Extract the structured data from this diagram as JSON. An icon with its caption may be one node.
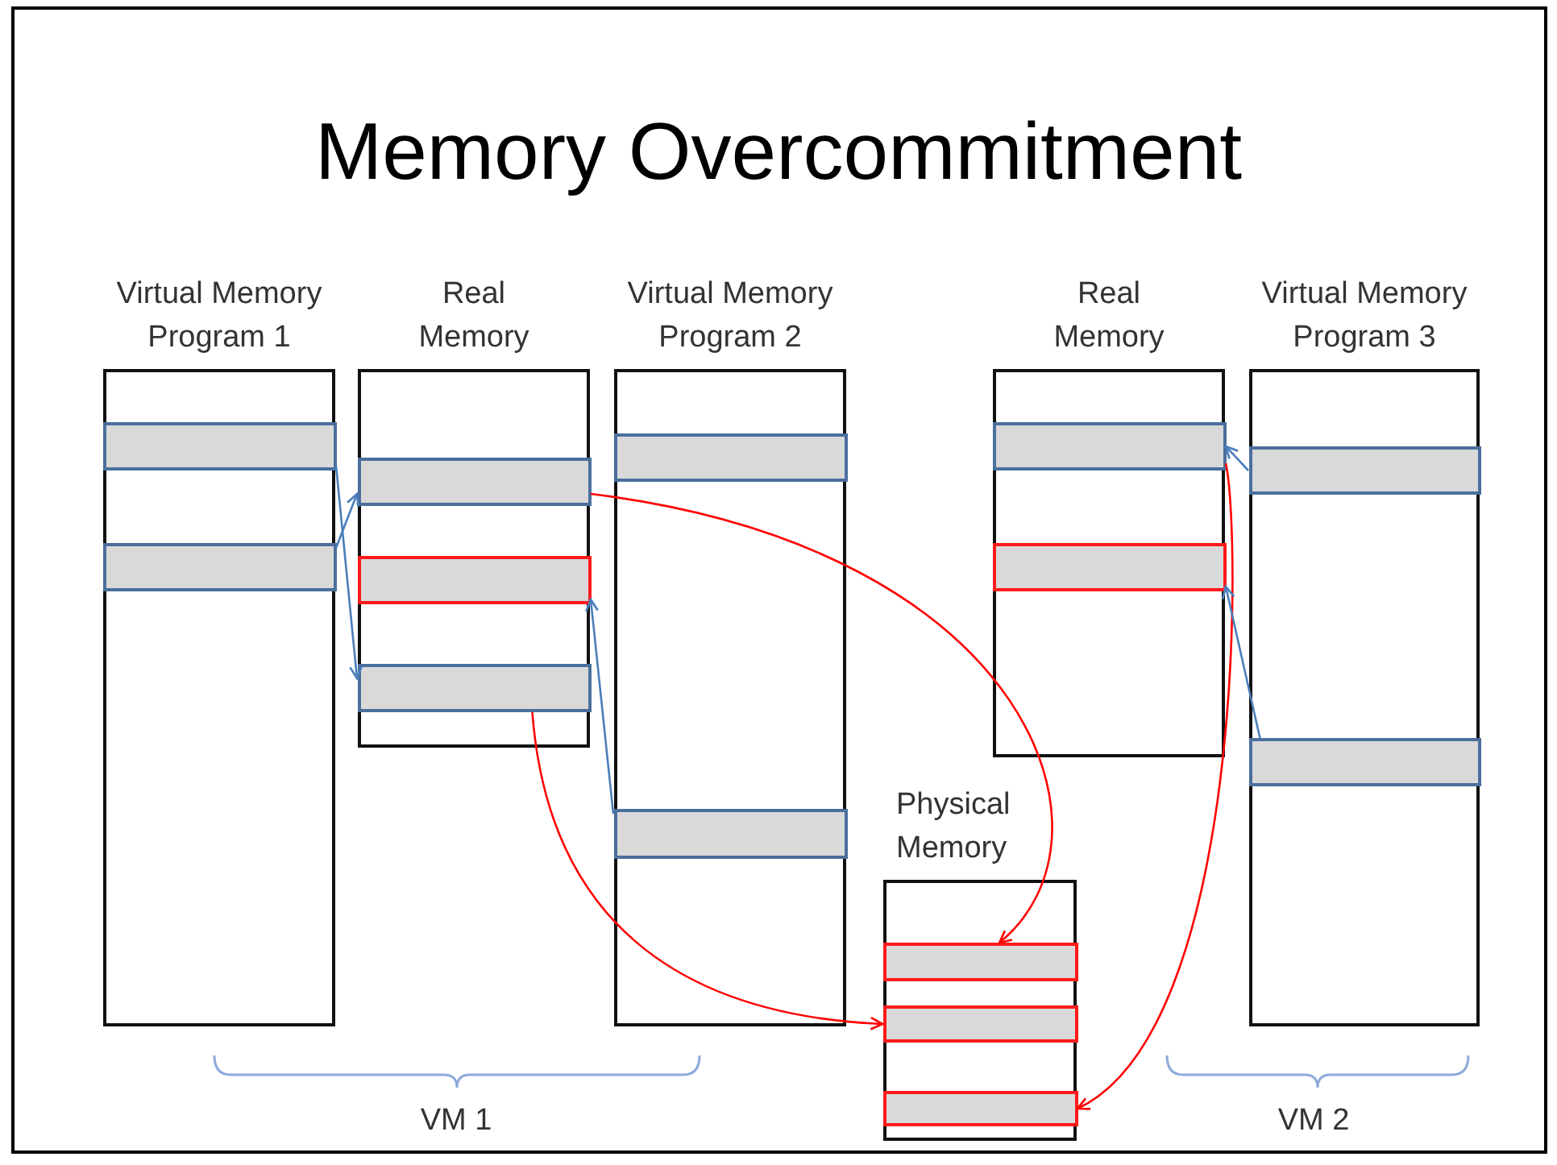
{
  "diagram": {
    "title": "Memory Overcommitment",
    "nodes": [
      {
        "text": [
          "Virtual Memory Program 1"
        ]
      },
      {
        "text": [],
        "shape": "bar",
        "in": 0
      },
      {
        "text": [],
        "shape": "bar",
        "in": 0
      },
      {
        "text": [
          "Real Memory"
        ]
      },
      {
        "text": [],
        "shape": "bar",
        "in": 3
      },
      {
        "text": [],
        "shape": "bar",
        "in": 3
      },
      {
        "text": [],
        "shape": "bar",
        "in": 3
      },
      {
        "text": [
          "Virtual Memory Program 2"
        ]
      },
      {
        "text": [],
        "shape": "bar",
        "in": 7
      },
      {
        "text": [],
        "shape": "bar",
        "in": 7
      },
      {
        "text": [
          "Physical Memory"
        ]
      },
      {
        "text": [],
        "shape": "bar",
        "in": 10
      },
      {
        "text": [],
        "shape": "bar",
        "in": 10
      },
      {
        "text": [],
        "shape": "bar",
        "in": 10
      },
      {
        "text": [
          "Real Memory"
        ]
      },
      {
        "text": [],
        "shape": "bar",
        "in": 14
      },
      {
        "text": [],
        "shape": "bar",
        "in": 14
      },
      {
        "text": [
          "Virtual Memory Program 3"
        ]
      },
      {
        "text": [],
        "shape": "bar",
        "in": 17
      },
      {
        "text": [],
        "shape": "bar",
        "in": 17
      }
    ],
    "edges": [
      {
        "from": 1,
        "to": 6,
        "arrow": "to"
      },
      {
        "from": 2,
        "to": 4,
        "arrow": "to"
      },
      {
        "from": 9,
        "to": 5,
        "arrow": "to"
      },
      {
        "from": 4,
        "to": 11,
        "arrow": "to",
        "color": "#ff0000"
      },
      {
        "from": 6,
        "to": 12,
        "arrow": "to",
        "color": "#ff0000"
      },
      {
        "from": 15,
        "to": 13,
        "arrow": "to",
        "color": "#ff0000"
      },
      {
        "from": 18,
        "to": 15,
        "arrow": "to"
      },
      {
        "from": 19,
        "to": 16,
        "arrow": "to"
      }
    ],
    "labels": [
      "VM 1",
      "VM 2"
    ]
  }
}
